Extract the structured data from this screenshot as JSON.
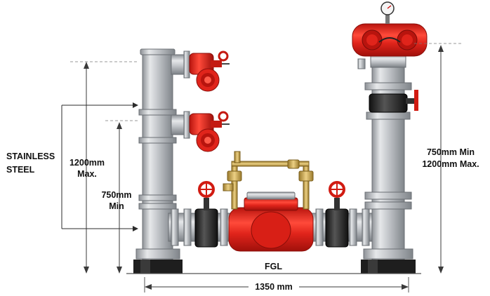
{
  "labels": {
    "material_line1": "STAINLESS",
    "material_line2": "STEEL",
    "dim_left_outer_line1": "1200mm",
    "dim_left_outer_line2": "Max.",
    "dim_left_inner_line1": "750mm",
    "dim_left_inner_line2": "Min",
    "dim_right_line1": "750mm Min",
    "dim_right_line2": "1200mm Max.",
    "base_label": "FGL",
    "width_label": "1350 mm"
  },
  "colors": {
    "pipe_steel": "#b9bcc0",
    "valve_red": "#e0241b",
    "flange_black": "#1e1e1e",
    "brass": "#c9a24a",
    "dim_line": "#3a3a3a"
  }
}
